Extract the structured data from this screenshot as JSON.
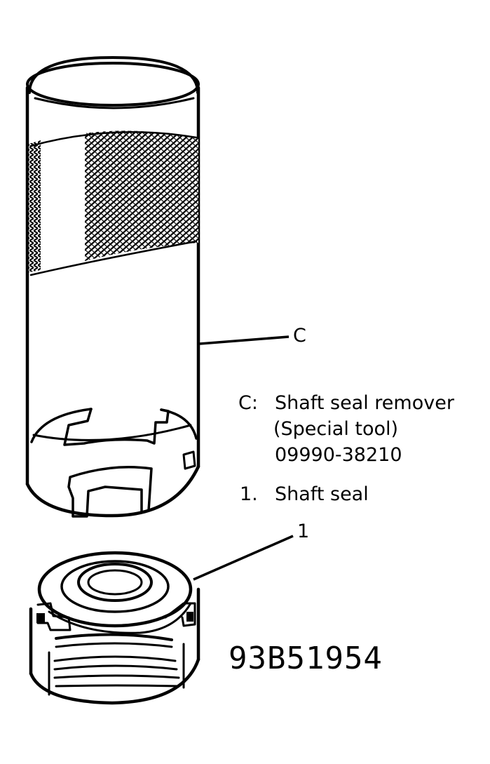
{
  "callouts": {
    "tool": "C",
    "seal": "1"
  },
  "legend": {
    "tool_key": "C:",
    "tool_name": "Shaft seal remover",
    "tool_note": "(Special tool)",
    "tool_part": "09990-38210",
    "seal_key": "1.",
    "seal_name": "Shaft seal"
  },
  "figure_code": "93B51954",
  "colors": {
    "ink": "#000000",
    "paper": "#ffffff"
  }
}
